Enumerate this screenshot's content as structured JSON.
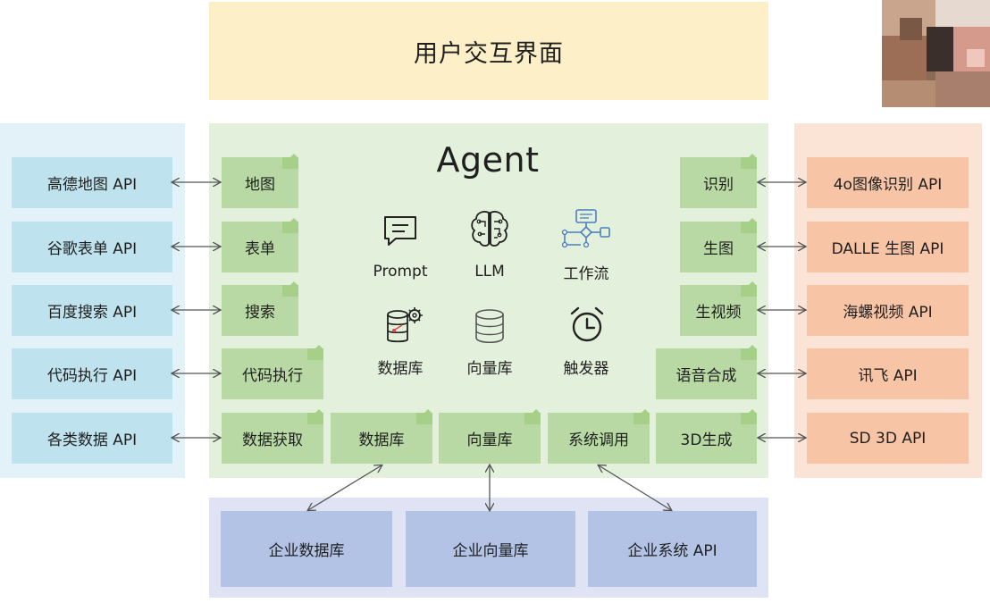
{
  "ui_layer": {
    "label": "用户交互界面"
  },
  "agent": {
    "title": "Agent",
    "core": [
      {
        "label": "Prompt",
        "icon": "chat-bubble-icon"
      },
      {
        "label": "LLM",
        "icon": "brain-circuit-icon"
      },
      {
        "label": "工作流",
        "icon": "workflow-icon"
      },
      {
        "label": "数据库",
        "icon": "database-gear-icon"
      },
      {
        "label": "向量库",
        "icon": "vector-database-icon"
      },
      {
        "label": "触发器",
        "icon": "alarm-clock-icon"
      }
    ],
    "left_modules": [
      "地图",
      "表单",
      "搜索",
      "代码执行",
      "数据获取"
    ],
    "bottom_modules": [
      "数据库",
      "向量库",
      "系统调用"
    ],
    "right_modules": [
      "识别",
      "生图",
      "生视频",
      "语音合成",
      "3D生成"
    ]
  },
  "left_apis": [
    "高德地图 API",
    "谷歌表单 API",
    "百度搜索 API",
    "代码执行 API",
    "各类数据 API"
  ],
  "right_apis": [
    "4o图像识别 API",
    "DALLE 生图 API",
    "海螺视频 API",
    "讯飞 API",
    "SD 3D API"
  ],
  "enterprise": [
    "企业数据库",
    "企业向量库",
    "企业系统 API"
  ],
  "colors": {
    "ui_layer": "#fdf0c9",
    "agent_bg": "#e3f0dc",
    "module": "#b9d9a4",
    "left_panel": "#e3f2f8",
    "left_api": "#bfe3ee",
    "right_panel": "#fbe3d6",
    "right_api": "#f7c4a6",
    "bottom_panel": "#dfe3f4",
    "enterprise_box": "#b3c3e6"
  }
}
